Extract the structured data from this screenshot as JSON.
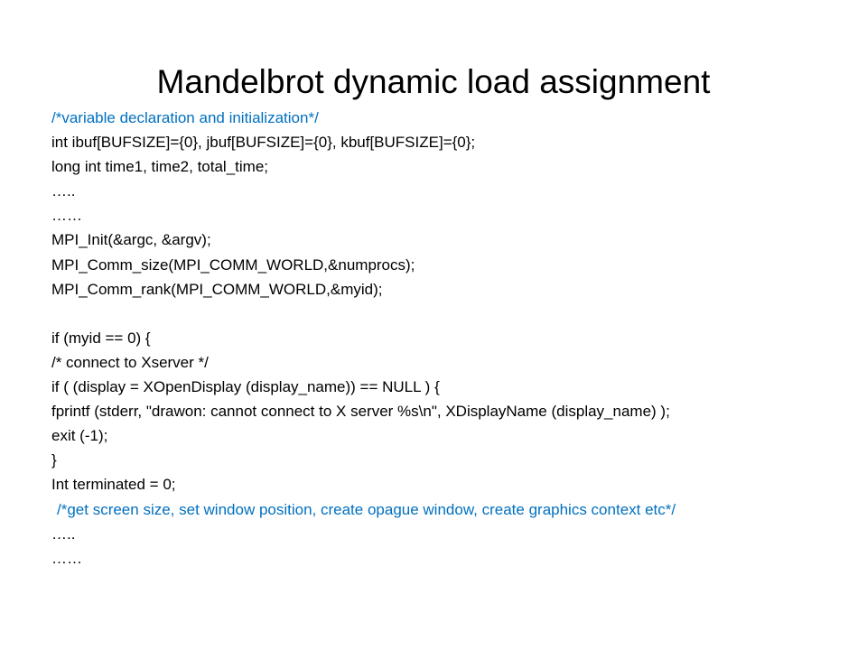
{
  "slide": {
    "title": "Mandelbrot dynamic load assignment",
    "comment_color": "#0070c0",
    "lines": [
      {
        "text": "/*variable declaration and initialization*/",
        "kind": "comment"
      },
      {
        "text": "int ibuf[BUFSIZE]={0}, jbuf[BUFSIZE]={0}, kbuf[BUFSIZE]={0};",
        "kind": "code"
      },
      {
        "text": "long int time1, time2, total_time;",
        "kind": "code"
      },
      {
        "text": "…..",
        "kind": "code"
      },
      {
        "text": "……",
        "kind": "code"
      },
      {
        "text": "MPI_Init(&argc, &argv);",
        "kind": "code"
      },
      {
        "text": "MPI_Comm_size(MPI_COMM_WORLD,&numprocs);",
        "kind": "code"
      },
      {
        "text": "MPI_Comm_rank(MPI_COMM_WORLD,&myid);",
        "kind": "code"
      },
      {
        "text": "",
        "kind": "code"
      },
      {
        "text": "if (myid == 0) {",
        "kind": "code"
      },
      {
        "text": "/* connect to Xserver */",
        "kind": "code"
      },
      {
        "text": "if ( (display = XOpenDisplay (display_name)) == NULL ) {",
        "kind": "code"
      },
      {
        "text": "fprintf (stderr, \"drawon: cannot connect to X server %s\\n\", XDisplayName (display_name) );",
        "kind": "code"
      },
      {
        "text": "exit (-1);",
        "kind": "code"
      },
      {
        "text": "}",
        "kind": "code"
      },
      {
        "text": "Int terminated = 0;",
        "kind": "code"
      },
      {
        "text": "/*get screen size, set window position, create opague window, create graphics context etc*/",
        "kind": "comment"
      },
      {
        "text": "…..",
        "kind": "code"
      },
      {
        "text": "……",
        "kind": "code"
      }
    ]
  }
}
